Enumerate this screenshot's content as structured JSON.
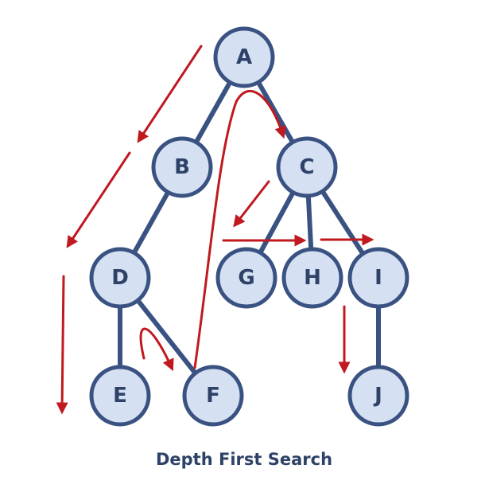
{
  "caption": "Depth First Search",
  "colors": {
    "node_fill": "#d6e0f3",
    "node_stroke": "#3a5282",
    "label": "#2e4268",
    "traversal_arrow": "#c0191f",
    "background": "#ffffff"
  },
  "nodes": [
    {
      "id": "A",
      "label": "A"
    },
    {
      "id": "B",
      "label": "B"
    },
    {
      "id": "C",
      "label": "C"
    },
    {
      "id": "D",
      "label": "D"
    },
    {
      "id": "E",
      "label": "E"
    },
    {
      "id": "F",
      "label": "F"
    },
    {
      "id": "G",
      "label": "G"
    },
    {
      "id": "H",
      "label": "H"
    },
    {
      "id": "I",
      "label": "I"
    },
    {
      "id": "J",
      "label": "J"
    }
  ],
  "edges": [
    {
      "from": "A",
      "to": "B"
    },
    {
      "from": "A",
      "to": "C"
    },
    {
      "from": "B",
      "to": "D"
    },
    {
      "from": "D",
      "to": "E"
    },
    {
      "from": "D",
      "to": "F"
    },
    {
      "from": "C",
      "to": "G"
    },
    {
      "from": "C",
      "to": "H"
    },
    {
      "from": "C",
      "to": "I"
    },
    {
      "from": "I",
      "to": "J"
    }
  ],
  "traversal_order": [
    "A",
    "B",
    "D",
    "E",
    "F",
    "C",
    "G",
    "H",
    "I",
    "J"
  ]
}
